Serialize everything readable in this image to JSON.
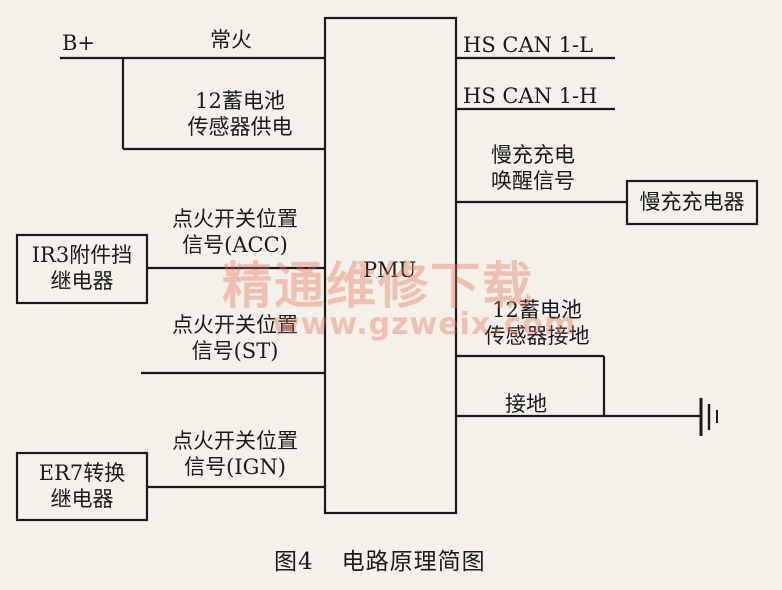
{
  "labels": {
    "b_plus": "B+",
    "always_on": "常火",
    "battery_sensor_power": [
      "12蓄电池",
      "传感器供电"
    ],
    "hs_can_l": "HS CAN 1-L",
    "hs_can_h": "HS CAN 1-H",
    "slow_charge_wake": [
      "慢充充电",
      "唤醒信号"
    ],
    "slow_charger": "慢充充电器",
    "ignition_acc": [
      "点火开关位置",
      "信号(ACC)"
    ],
    "ir3_relay": [
      "IR3附件挡",
      "继电器"
    ],
    "pmu": "PMU",
    "battery_sensor_ground": [
      "12蓄电池",
      "传感器接地"
    ],
    "ignition_st": [
      "点火开关位置",
      "信号(ST)"
    ],
    "ground": "接地",
    "ignition_ign": [
      "点火开关位置",
      "信号(IGN)"
    ],
    "er7_relay": [
      "ER7转换",
      "继电器"
    ]
  },
  "watermark": {
    "title": "精通维修下载",
    "url": "www.gzweix.com"
  },
  "caption": {
    "figure": "图4",
    "title": "电路原理简图"
  },
  "colors": {
    "line": "#1a1a1a",
    "background": "#f4f1ea",
    "watermark": "#eb6e50"
  }
}
